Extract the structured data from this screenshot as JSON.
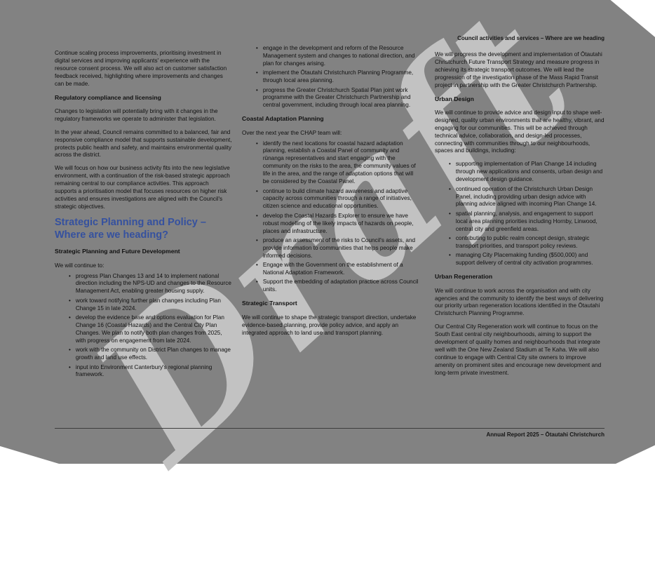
{
  "header": {
    "text": "Council activities and services – Where are we heading"
  },
  "footer": {
    "text": "Annual Report 2025 – Ōtautahi Christchurch"
  },
  "watermark": {
    "text": "Draft"
  },
  "colors": {
    "page_gray": "#828282",
    "watermark_gray": "#c2c2c2",
    "heading_blue": "#35519f",
    "body_text": "#101010"
  },
  "columns": [
    {
      "name": "column-1",
      "blocks": [
        {
          "t": "p",
          "text": "Continue scaling process improvements, prioritising investment in digital services and improving applicants' experience with the resource consent process. We will also act on customer satisfaction feedback received, highlighting where improvements and changes can be made."
        },
        {
          "t": "h",
          "text": "Regulatory compliance and licensing"
        },
        {
          "t": "p",
          "text": "Changes to legislation will potentially bring with it changes in the regulatory frameworks we operate to administer that legislation."
        },
        {
          "t": "p",
          "text": "In the year ahead, Council remains committed to a balanced, fair and responsive compliance model that supports sustainable development, protects public health and safety, and maintains environmental quality across the district."
        },
        {
          "t": "p",
          "text": "We will focus on how our business activity fits into the new legislative environment, with a continuation of the risk-based strategic approach remaining central to our compliance activities. This approach supports a prioritisation model that focuses resources on higher risk activities and ensures investigations are aligned with the Council's strategic objectives."
        },
        {
          "t": "hblue",
          "text": "Strategic Planning and Policy – Where are we heading?"
        },
        {
          "t": "h",
          "text": "Strategic Planning and Future Development"
        },
        {
          "t": "intro",
          "text": "We will continue to:"
        },
        {
          "t": "ul",
          "items": [
            "progress Plan Changes 13 and 14 to implement national direction including the NPS-UD and changes to the Resource Management Act, enabling greater housing supply.",
            "work toward notifying further plan changes including Plan Change 15 in late 2024.",
            "develop the evidence base and options evaluation for Plan Change 16 (Coastal Hazards) and the Central City Plan Changes. We plan to notify both plan changes from 2025, with progress on engagement from late 2024.",
            "work with the community on District Plan changes to manage growth and land use effects.",
            "input into Environment Canterbury's regional planning framework."
          ]
        }
      ]
    },
    {
      "name": "column-2",
      "blocks": [
        {
          "t": "ul",
          "items": [
            "engage in the development and reform of the Resource Management system and changes to national direction, and plan for changes arising.",
            "implement the Ōtautahi Christchurch Planning Programme, through local area planning.",
            "progress the Greater Christchurch Spatial Plan joint work programme with the Greater Christchurch Partnership and central government, including through local area planning."
          ]
        },
        {
          "t": "h",
          "text": "Coastal Adaptation Planning"
        },
        {
          "t": "intro",
          "text": "Over the next year the CHAP team will:"
        },
        {
          "t": "ul",
          "items": [
            "identify the next locations for coastal hazard adaptation planning, establish a Coastal Panel of community and rūnanga representatives and start engaging with the community on the risks to the area, the community values of life in the area, and the range of adaptation options that will be considered by the Coastal Panel.",
            "continue to build climate hazard awareness and adaptive capacity across communities through a range of initiatives, citizen science and educational opportunities.",
            "develop the Coastal Hazards Explorer to ensure we have robust modelling of the likely impacts of hazards on people, places and infrastructure.",
            "produce an assessment of the risks to Council's assets, and provide information to communities that helps people make informed decisions.",
            "Engage with the Government on the establishment of a National Adaptation Framework.",
            "Support the embedding of adaptation practice across Council units."
          ]
        },
        {
          "t": "h",
          "text": "Strategic Transport"
        },
        {
          "t": "p",
          "text": "We will continue to shape the strategic transport direction, undertake evidence-based planning, provide policy advice, and apply an integrated approach to land use and transport planning."
        }
      ]
    },
    {
      "name": "column-3",
      "blocks": [
        {
          "t": "p",
          "text": "We will progress the development and implementation of Ōtautahi Christchurch Future Transport Strategy and measure progress in achieving its strategic transport outcomes. We will lead the progression of the investigation phase of the Mass Rapid Transit project in partnership with the Greater Christchurch Partnership."
        },
        {
          "t": "h",
          "text": "Urban Design"
        },
        {
          "t": "p",
          "text": "We will continue to provide advice and design input to shape well-designed, quality urban environments that are healthy, vibrant, and engaging for our communities. This will be achieved through technical advice, collaboration, and design-led processes, connecting with communities through to our neighbourhoods, spaces and buildings, including:"
        },
        {
          "t": "ul",
          "items": [
            "supporting implementation of Plan Change 14 including through new applications and consents, urban design and development design guidance.",
            "continued operation of the Christchurch Urban Design Panel, including providing urban design advice with planning advice aligned with incoming Plan Change 14.",
            "spatial planning, analysis, and engagement to support local area planning priorities including Hornby, Linwood, central city and greenfield areas.",
            "contributing to public realm concept design, strategic transport priorities, and transport policy reviews.",
            "managing City Placemaking funding ($500,000) and support delivery of central city activation programmes."
          ]
        },
        {
          "t": "h",
          "text": "Urban Regeneration"
        },
        {
          "t": "p",
          "text": "We will continue to work across the organisation and with city agencies and the community to identify the best ways of delivering our priority urban regeneration locations identified in the Ōtautahi Christchurch Planning Programme."
        },
        {
          "t": "p",
          "text": "Our Central City Regeneration work will continue to focus on the South East central city neighbourhoods, aiming to support the development of quality homes and neighbourhoods that integrate well with the One New Zealand Stadium at Te Kaha. We will also continue to engage with Central City site owners to improve amenity on prominent sites and encourage new development and long-term private investment."
        }
      ]
    }
  ]
}
